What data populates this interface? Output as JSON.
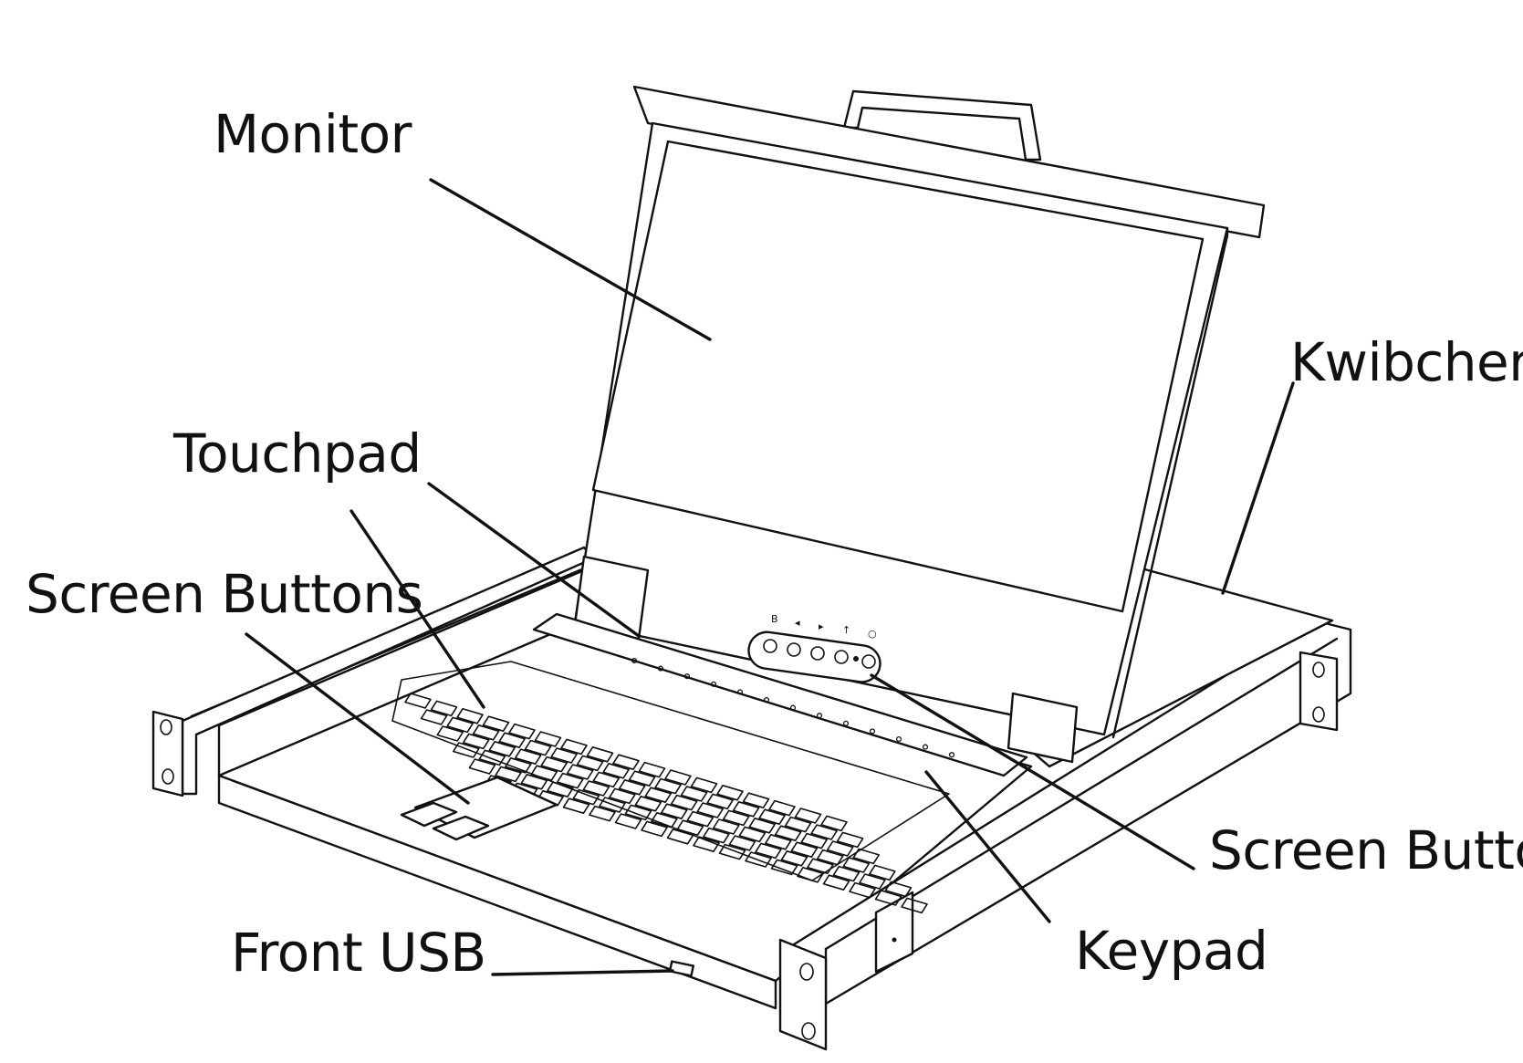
{
  "labels": {
    "monitor": "Monitor",
    "touchpad": "Touchpad",
    "screen_buttons_left": "Screen Buttons",
    "switcher": "Kwibcher",
    "screen_buttons_right": "Screen Buttor",
    "keypad": "Keypad",
    "front_usb": "Front USB"
  },
  "osd_symbols": [
    "B",
    "◂",
    "▸",
    "↑",
    "○"
  ],
  "colors": {
    "line": "#111111",
    "background": "#ffffff"
  }
}
